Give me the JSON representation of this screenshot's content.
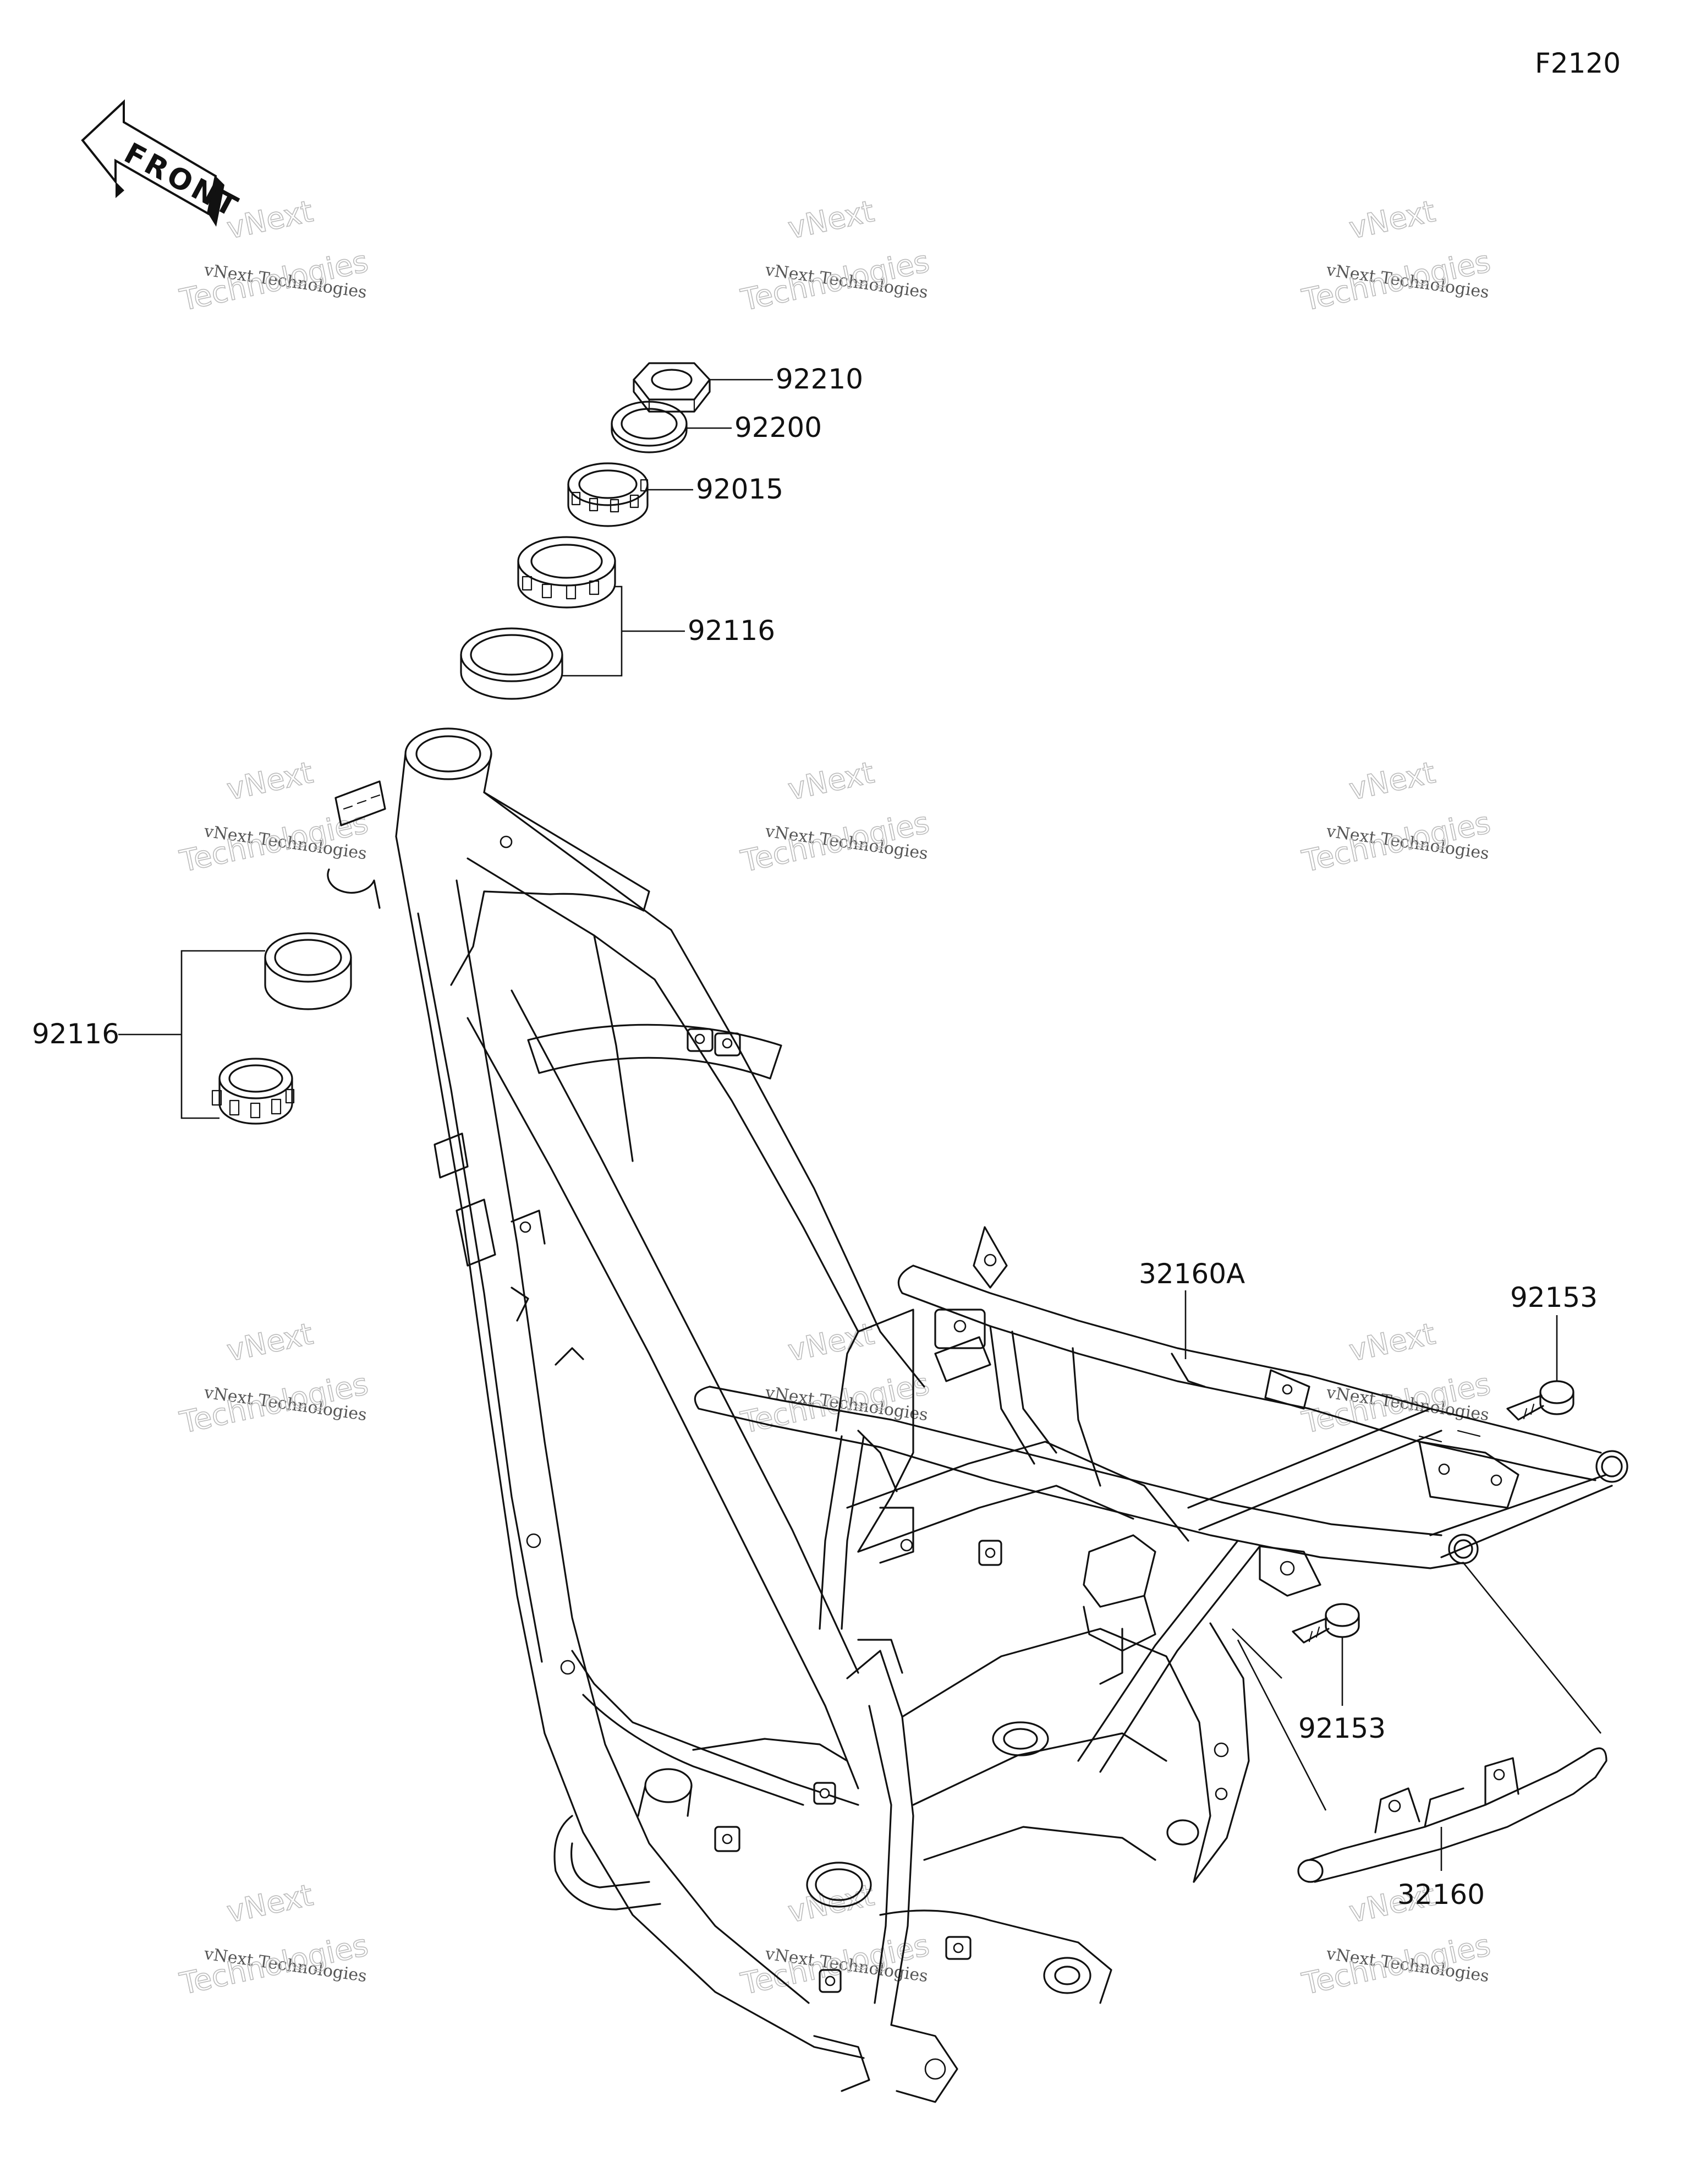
{
  "diagram_code": "F2120",
  "front_arrow": {
    "text": "FRONT",
    "icon": "front-arrow-icon"
  },
  "watermark": {
    "line1": "vNext Technologies",
    "line2": "Technologies",
    "top": "vNext"
  },
  "callouts": {
    "p92210": "92210",
    "p92200": "92200",
    "p92015": "92015",
    "p92116_upper": "92116",
    "p92116_lower": "92116",
    "p32160A": "32160A",
    "p92153_right": "92153",
    "p92153_center": "92153",
    "p32160": "32160"
  }
}
